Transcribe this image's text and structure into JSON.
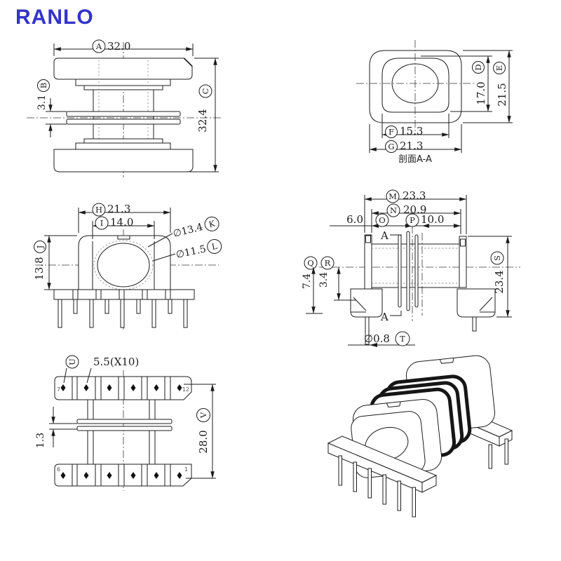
{
  "logo": {
    "text": "RANLO",
    "color": "#3333cc"
  },
  "colors": {
    "line": "#1c1c1c",
    "hidden_line": "#999999",
    "logo_blue": "#3333cc"
  },
  "front_view": {
    "a": {
      "balloon": "A",
      "value": "32.0"
    },
    "b": {
      "balloon": "B",
      "value": "3.1"
    },
    "c": {
      "balloon": "C",
      "value": "32.4"
    }
  },
  "section_view": {
    "caption": "剖面A-A",
    "d": {
      "balloon": "D",
      "value": "17.0"
    },
    "e": {
      "balloon": "E",
      "value": "21.5"
    },
    "f": {
      "balloon": "F",
      "value": "15.3"
    },
    "g": {
      "balloon": "G",
      "value": "21.3"
    }
  },
  "top_view": {
    "h": {
      "balloon": "H",
      "value": "21.3"
    },
    "i": {
      "balloon": "I",
      "value": "14.0"
    },
    "j": {
      "balloon": "J",
      "value": "13.8"
    },
    "k": {
      "balloon": "K",
      "value": "∅13.4"
    },
    "l": {
      "balloon": "L",
      "value": "∅11.5"
    }
  },
  "side_view": {
    "m": {
      "balloon": "M",
      "value": "23.3"
    },
    "n": {
      "balloon": "N",
      "value": "20.9"
    },
    "o": {
      "balloon": "O",
      "value": "6.0"
    },
    "p": {
      "balloon": "P",
      "value": "10.0"
    },
    "q": {
      "balloon": "Q",
      "value": "7.4"
    },
    "r": {
      "balloon": "R",
      "value": "3.4"
    },
    "s": {
      "balloon": "S",
      "value": "23.4"
    },
    "t": {
      "balloon": "T",
      "value": "∅0.8"
    },
    "section_marker": "A"
  },
  "bottom_view": {
    "u": {
      "balloon": "U",
      "value": "5.5(X10)"
    },
    "v": {
      "balloon": "V",
      "value": "28.0"
    },
    "plate_thickness": "1.3",
    "pins": {
      "top_left": "7",
      "top_right": "12",
      "bottom_left": "6",
      "bottom_right": "1"
    }
  }
}
